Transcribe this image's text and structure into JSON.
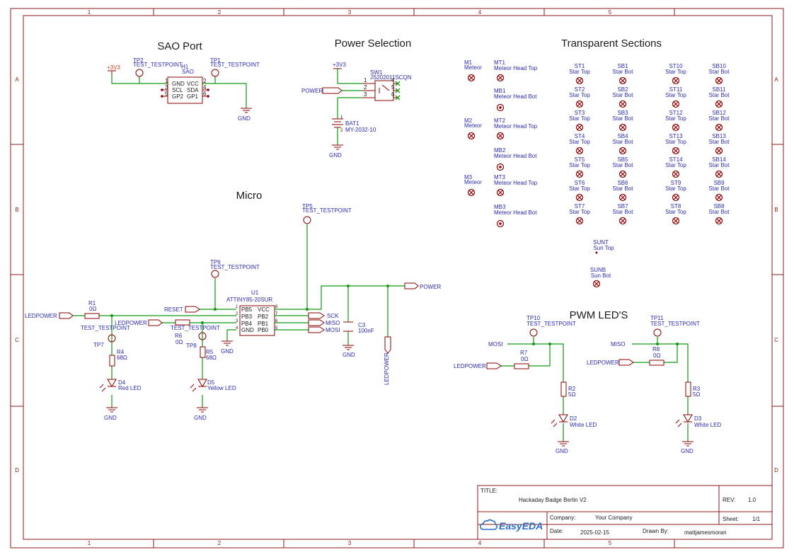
{
  "colors": {
    "frame": "#8b1a1a",
    "wire": "#119a11",
    "label": "#2b2bb0",
    "part": "#8b0000",
    "title": "#1a1a1a",
    "netflag": "#d04020"
  },
  "frame": {
    "cols": [
      "1",
      "2",
      "3",
      "4",
      "5"
    ],
    "rows": [
      "A",
      "B",
      "C",
      "D"
    ]
  },
  "sections": {
    "sao": "SAO Port",
    "power": "Power Selection",
    "transparent": "Transparent Sections",
    "micro": "Micro",
    "pwm": "PWM LED'S"
  },
  "sao": {
    "tp2": "TP2",
    "tp2_val": "TEST_TESTPOINT",
    "h1": "H1",
    "h1_val": "SAO",
    "tp1": "TP1",
    "tp1_val": "TEST_TESTPOINT",
    "v33": "+3V3",
    "gnd": "GND",
    "pins_left": [
      "GND",
      "SCL",
      "GP2"
    ],
    "pins_right": [
      "VCC",
      "SDA",
      "GP1"
    ],
    "nums_left": [
      "1",
      "3",
      "5"
    ],
    "nums_right": [
      "2",
      "4",
      "6"
    ]
  },
  "power": {
    "v33": "+3V3",
    "sw1": "SW1",
    "sw1_val": "JS202011SCQN",
    "net": "POWER",
    "pins": [
      "1",
      "2",
      "3"
    ],
    "nc_pins": [
      "4",
      "5",
      "6"
    ],
    "bat": "BAT1",
    "bat_val": "MY-2032-10",
    "bat_p1": "1",
    "bat_p2": "2",
    "gnd": "GND"
  },
  "meteors": [
    {
      "ref": "M1",
      "val": "Meteor"
    },
    {
      "ref": "M2",
      "val": "Meteor"
    },
    {
      "ref": "M3",
      "val": "Meteor"
    }
  ],
  "meteor_heads": [
    {
      "ref": "MT1",
      "val": "Meteor Head Top",
      "kind": "x"
    },
    {
      "ref": "MB1",
      "val": "Meteor Head Bot",
      "kind": "o"
    },
    {
      "ref": "MT2",
      "val": "Meteor Head Top",
      "kind": "x"
    },
    {
      "ref": "MB2",
      "val": "Meteor Head Bot",
      "kind": "o"
    },
    {
      "ref": "MT3",
      "val": "Meteor Head Top",
      "kind": "x"
    },
    {
      "ref": "MB3",
      "val": "Meteor Head Bot",
      "kind": "o"
    }
  ],
  "stars": {
    "c1": [
      {
        "ref": "ST1",
        "val": "Star Top"
      },
      {
        "ref": "ST2",
        "val": "Star Top"
      },
      {
        "ref": "ST3",
        "val": "Star Top"
      },
      {
        "ref": "ST4",
        "val": "Star Top"
      },
      {
        "ref": "ST5",
        "val": "Star Top"
      },
      {
        "ref": "ST6",
        "val": "Star Top"
      },
      {
        "ref": "ST7",
        "val": "Star Top"
      }
    ],
    "c2": [
      {
        "ref": "SB1",
        "val": "Star Bot"
      },
      {
        "ref": "SB2",
        "val": "Star Bot"
      },
      {
        "ref": "SB3",
        "val": "Star Bot"
      },
      {
        "ref": "SB4",
        "val": "Star Bot"
      },
      {
        "ref": "SB5",
        "val": "Star Bot"
      },
      {
        "ref": "SB6",
        "val": "Star Bot"
      },
      {
        "ref": "SB7",
        "val": "Star Bot"
      }
    ],
    "c3": [
      {
        "ref": "ST10",
        "val": "Star Top"
      },
      {
        "ref": "ST11",
        "val": "Star Top"
      },
      {
        "ref": "ST12",
        "val": "Star Top"
      },
      {
        "ref": "ST13",
        "val": "Star Top"
      },
      {
        "ref": "ST14",
        "val": "Star Top"
      },
      {
        "ref": "ST9",
        "val": "Star Top"
      },
      {
        "ref": "ST8",
        "val": "Star Top"
      }
    ],
    "c4": [
      {
        "ref": "SB10",
        "val": "Star Bot"
      },
      {
        "ref": "SB11",
        "val": "Star Bot"
      },
      {
        "ref": "SB12",
        "val": "Star Bot"
      },
      {
        "ref": "SB13",
        "val": "Star Bot"
      },
      {
        "ref": "SB14",
        "val": "Star Bot"
      },
      {
        "ref": "SB9",
        "val": "Star Bot"
      },
      {
        "ref": "SB8",
        "val": "Star Bot"
      }
    ]
  },
  "sun": {
    "sunt": "SUNT",
    "sunt_val": "Sun Top",
    "sunb": "SUNB",
    "sunb_val": "Sun Bot"
  },
  "micro": {
    "tp5": "TP5",
    "tp5_val": "TEST_TESTPOINT",
    "tp6": "TP6",
    "tp6_val": "TEST_TESTPOINT",
    "u1": "U1",
    "u1_val": "ATTINY85-20SUR",
    "pins_left": [
      "PB5",
      "PB3",
      "PB4",
      "GND"
    ],
    "pins_right": [
      "VCC",
      "PB2",
      "PB1",
      "PB0"
    ],
    "nums_left": [
      "1",
      "2",
      "3",
      "4"
    ],
    "nums_right": [
      "8",
      "7",
      "6",
      "5"
    ],
    "reset": "RESET",
    "ledpower_l": "LEDPOWER",
    "ledpower_mid": "LEDPOWER",
    "ledpower_v": "LEDPOWER",
    "r1": "R1",
    "r1_val": "0Ω",
    "tp7": "TP7",
    "tp7_val": "TEST_TESTPOINT",
    "r6": "R6",
    "r6_val": "0Ω",
    "tp8": "TP8",
    "tp8_val": "TEST_TESTPOINT",
    "r4": "R4",
    "r4_val": "68Ω",
    "r5": "R5",
    "r5_val": "68Ω",
    "d4": "D4",
    "d4_val": "Red LED",
    "d5": "D5",
    "d5_val": "Yellow LED",
    "gnd": "GND",
    "sck": "SCK",
    "miso": "MISO",
    "mosi": "MOSI",
    "c3": "C3",
    "c3_val": "100nF",
    "power": "POWER"
  },
  "pwm": {
    "tp10": "TP10",
    "tp10_val": "TEST_TESTPOINT",
    "tp11": "TP11",
    "tp11_val": "TEST_TESTPOINT",
    "mosi": "MOSI",
    "miso": "MISO",
    "r7": "R7",
    "r7_val": "0Ω",
    "r8": "R8",
    "r8_val": "0Ω",
    "ledpower": "LEDPOWER",
    "r2": "R2",
    "r2_val": "5Ω",
    "r3": "R3",
    "r3_val": "5Ω",
    "d2": "D2",
    "d2_val": "White LED",
    "d3": "D3",
    "d3_val": "White LED",
    "gnd": "GND"
  },
  "titleblock": {
    "title_label": "TITLE:",
    "title": "Hackaday Badge Berlin V2",
    "rev_label": "REV:",
    "rev": "1.0",
    "company_label": "Company:",
    "company": "Your Company",
    "sheet_label": "Sheet:",
    "sheet": "1/1",
    "date_label": "Date:",
    "date": "2025-02-15",
    "drawn_label": "Drawn By:",
    "drawn": "mattjamesmoran",
    "logo": "EasyEDA"
  }
}
